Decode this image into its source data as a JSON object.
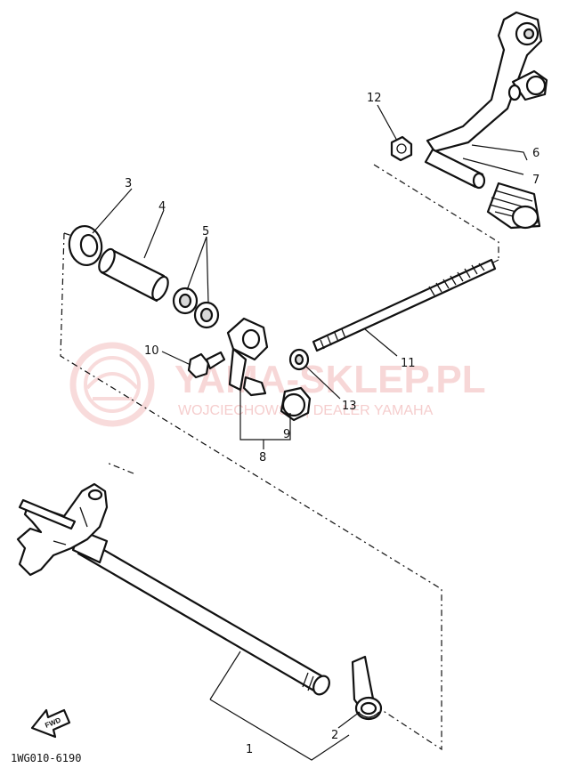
{
  "diagram": {
    "callouts": [
      "1",
      "2",
      "3",
      "4",
      "5",
      "6",
      "7",
      "8",
      "9",
      "10",
      "11",
      "12",
      "13"
    ],
    "code": "1WG010-6190",
    "fwd_label": "FWD"
  },
  "watermark": {
    "brand": "YAMA-SKLEP.PL",
    "subtitle": "WOJCIECHOWSKI | DEALER YAMAHA",
    "color": "#f2b8b8"
  }
}
